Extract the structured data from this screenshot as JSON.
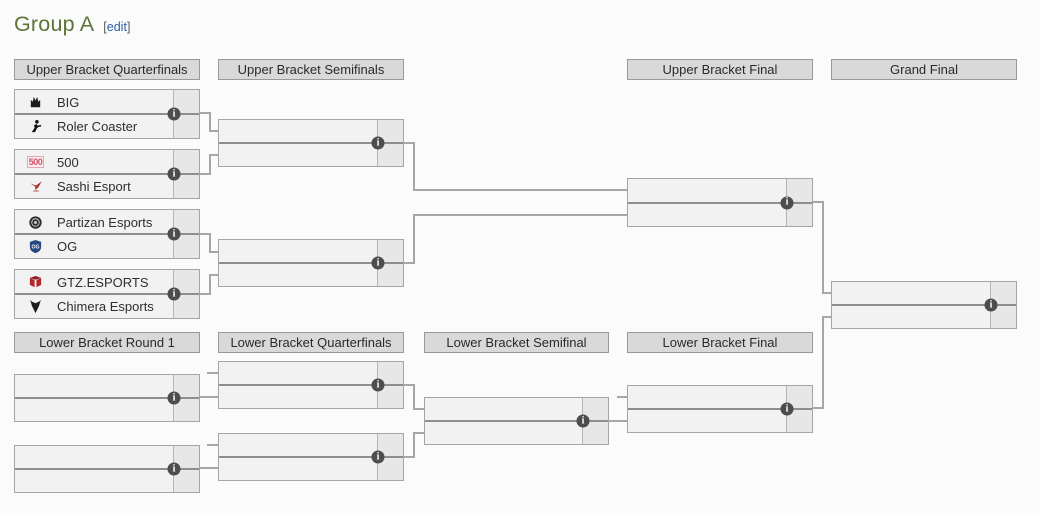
{
  "page": {
    "title": "Group A",
    "edit": {
      "open": "[",
      "label": "edit",
      "close": "]"
    }
  },
  "headers": {
    "ub_quarterfinals": "Upper Bracket Quarterfinals",
    "ub_semifinals": "Upper Bracket Semifinals",
    "ub_final": "Upper Bracket Final",
    "grand_final": "Grand Final",
    "lb_round1": "Lower Bracket Round 1",
    "lb_quarterfinals": "Lower Bracket Quarterfinals",
    "lb_semifinal": "Lower Bracket Semifinal",
    "lb_final": "Lower Bracket Final"
  },
  "matches": {
    "ubqf1": {
      "teams": [
        {
          "name": "BIG",
          "logo": "big-crest",
          "score": ""
        },
        {
          "name": "Roler Coaster",
          "logo": "shooter-silhouette",
          "score": ""
        }
      ]
    },
    "ubqf2": {
      "teams": [
        {
          "name": "500",
          "logo": "500-wordmark",
          "logo_text": "500",
          "score": ""
        },
        {
          "name": "Sashi Esport",
          "logo": "red-bird",
          "score": ""
        }
      ]
    },
    "ubqf3": {
      "teams": [
        {
          "name": "Partizan Esports",
          "logo": "dark-roundel",
          "score": ""
        },
        {
          "name": "OG",
          "logo": "blue-shield",
          "score": ""
        }
      ]
    },
    "ubqf4": {
      "teams": [
        {
          "name": "GTZ.ESPORTS",
          "logo": "red-cube",
          "score": ""
        },
        {
          "name": "Chimera Esports",
          "logo": "dark-chimera-head",
          "score": ""
        }
      ]
    }
  },
  "icons": {
    "info": "i"
  },
  "colors": {
    "title_green": "#5d7335",
    "edit_link_blue": "#2a5db0",
    "header_bg": "#d9d9d9",
    "match_bg": "#f2f2f2",
    "score_cell_bg": "#e7e7e7",
    "connector_gray": "#a6a6a6",
    "info_icon_bg": "#4d4d4d"
  }
}
